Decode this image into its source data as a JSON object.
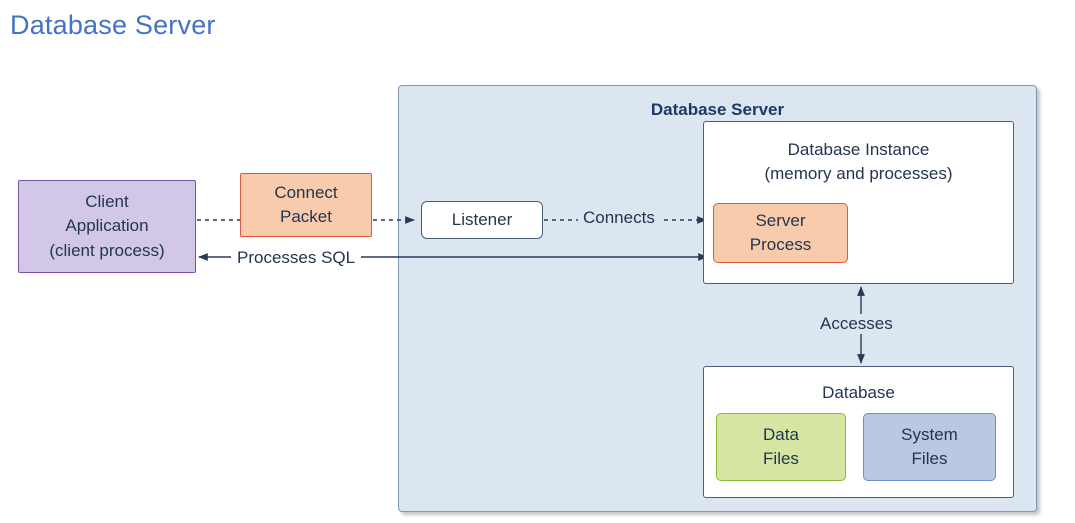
{
  "page": {
    "title": "Database Server",
    "title_color": "#4472c4",
    "background": "#ffffff"
  },
  "diagram": {
    "container": {
      "label": "Database Server",
      "fill": "#dce6f1",
      "stroke": "#8498b5",
      "title_color": "#1f3864"
    },
    "nodes": [
      {
        "name": "client-application",
        "label": "Client\nApplication\n(client process)",
        "fill": "#d3c7e8",
        "stroke": "#7755ab"
      },
      {
        "name": "connect-packet",
        "label": "Connect\nPacket",
        "fill": "#f8cbad",
        "stroke": "#e0563f"
      },
      {
        "name": "listener",
        "label": "Listener",
        "fill": "#ffffff",
        "stroke": "#4a5e7a"
      },
      {
        "name": "database-instance",
        "label": "Database Instance\n(memory and processes)",
        "fill": "#ffffff",
        "stroke": "#4a5e7a"
      },
      {
        "name": "server-process",
        "label": "Server\nProcess",
        "fill": "#f8cbad",
        "stroke": "#e0563f"
      },
      {
        "name": "database",
        "label": "Database",
        "fill": "#ffffff",
        "stroke": "#4a5e7a"
      },
      {
        "name": "data-files",
        "label": "Data\nFiles",
        "fill": "#d6e5a1",
        "stroke": "#8cb935"
      },
      {
        "name": "system-files",
        "label": "System\nFiles",
        "fill": "#bac8e3",
        "stroke": "#6b8fc9"
      }
    ],
    "edges": [
      {
        "name": "client-to-listener",
        "label": "",
        "style": "dashed",
        "arrow": "end",
        "from": "client-application",
        "to": "listener"
      },
      {
        "name": "listener-to-server-process",
        "label": "Connects",
        "style": "dashed",
        "arrow": "end",
        "from": "listener",
        "to": "server-process"
      },
      {
        "name": "client-to-server-process",
        "label": "Processes SQL",
        "style": "solid",
        "arrow": "both",
        "from": "client-application",
        "to": "server-process"
      },
      {
        "name": "instance-to-database",
        "label": "Accesses",
        "style": "solid",
        "arrow": "both",
        "from": "database-instance",
        "to": "database"
      }
    ],
    "edge_color": "#2b3b55"
  }
}
